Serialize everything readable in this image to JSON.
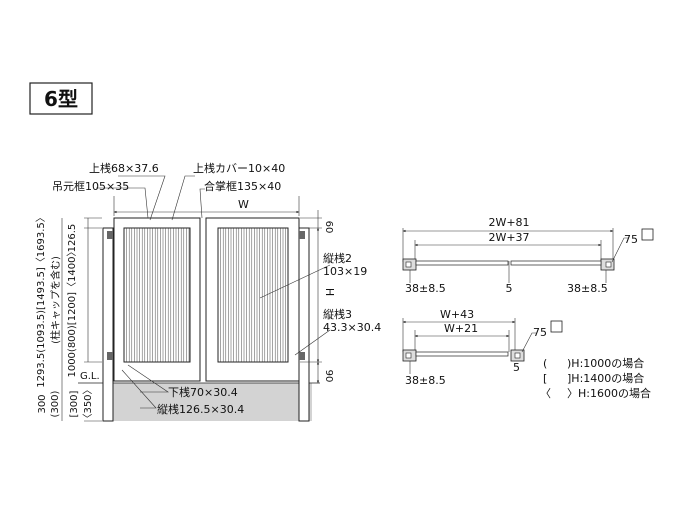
{
  "title": "6型",
  "front_labels": {
    "top_rail": "上桟68×37.6",
    "top_rail_cover": "上桟カバー10×40",
    "hinge_frame": "吊元框105×35",
    "meeting_frame": "合掌框135×40",
    "width": "W",
    "top_gap": "60",
    "vertical_bar2_name": "縦桟2",
    "vertical_bar2_size": "103×19",
    "height": "H",
    "vertical_bar3_name": "縦桟3",
    "vertical_bar3_size": "43.3×30.4",
    "bottom_gap": "90",
    "bottom_rail": "下桟70×30.4",
    "vertical_bar": "縦桟126.5×30.4",
    "ground_line": "G.L.",
    "dim_126_5": "126.5",
    "post_height": "1293.5(1093.5)[1493.5]〈1693.5〉",
    "post_note": "(柱キャップを含む)",
    "panel_height": "1000(800)[1200]〈1400〉",
    "depth_300": "300",
    "depth_300p": "(300)",
    "depth_300b": "[300]",
    "depth_350": "〈350〉"
  },
  "plan_double": {
    "outer": "2W+81",
    "inner": "2W+37",
    "left_offset": "38±8.5",
    "center": "5",
    "right_offset": "38±8.5",
    "post": "75"
  },
  "plan_single": {
    "outer": "W+43",
    "inner": "W+21",
    "post": "75",
    "gap": "5",
    "offset": "38±8.5"
  },
  "legend": [
    {
      "bracket": "(",
      "text": ")H:1000の場合"
    },
    {
      "bracket": "[",
      "text": "]H:1400の場合"
    },
    {
      "bracket": "〈",
      "text": "〉H:1600の場合"
    }
  ]
}
